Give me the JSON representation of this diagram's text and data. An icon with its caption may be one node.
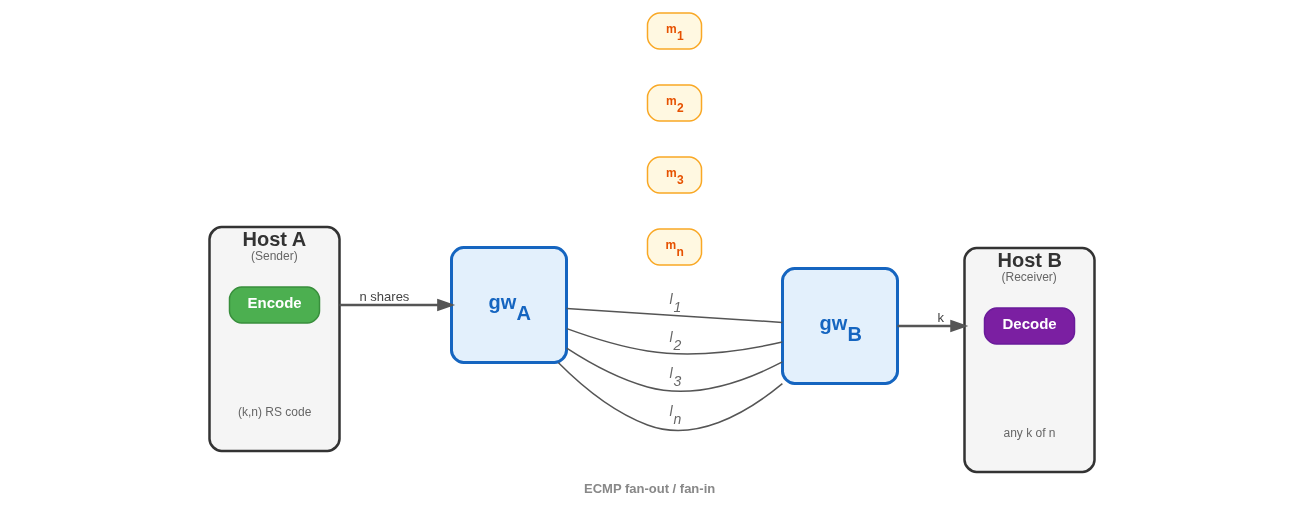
{
  "diagram": {
    "caption": "ECMP fan-out / fan-in",
    "nodes": [
      {
        "text": [
          "Host A",
          "(Sender)",
          "(k,n) RS code"
        ]
      },
      {
        "text": [
          "Encode"
        ],
        "in": 0
      },
      {
        "text": [
          "gw$_{A}$"
        ]
      },
      {
        "text": [
          "m$_{1}$"
        ]
      },
      {
        "text": [
          "m$_{2}$"
        ]
      },
      {
        "text": [
          "m$_{3}$"
        ]
      },
      {
        "text": [
          "m$_{n}$"
        ]
      },
      {
        "text": [
          "gw$_{B}$"
        ]
      },
      {
        "text": [
          "Host B",
          "(Receiver)",
          "any k of n"
        ]
      },
      {
        "text": [
          "Decode"
        ],
        "in": 8
      }
    ],
    "edges": [
      {
        "from": 0,
        "to": 2,
        "arrow": "to",
        "label": "n shares"
      },
      {
        "from": 2,
        "to": 7,
        "arrow": "none",
        "label": "l$_{1}$"
      },
      {
        "from": 2,
        "to": 7,
        "arrow": "none",
        "label": "l$_{2}$"
      },
      {
        "from": 2,
        "to": 7,
        "arrow": "none",
        "label": "l$_{3}$"
      },
      {
        "from": 2,
        "to": 7,
        "arrow": "none",
        "label": "l$_{n}$"
      },
      {
        "from": 7,
        "to": 8,
        "arrow": "to",
        "label": "k"
      }
    ]
  }
}
